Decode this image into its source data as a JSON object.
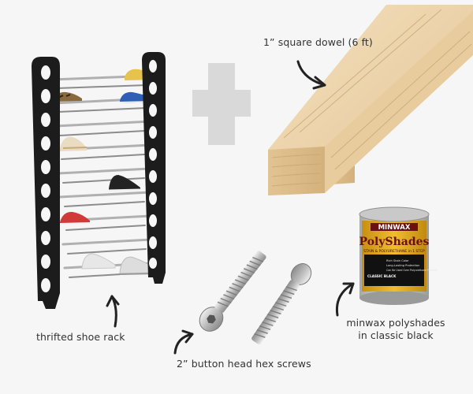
{
  "labels": {
    "dowel": "1” square dowel (6 ft)",
    "rack": "thrifted shoe rack",
    "screws": "2” button head hex screws",
    "paint_line1": "minwax polyshades",
    "paint_line2": "in classic black"
  },
  "paint_can": {
    "brand": "MINWAX",
    "product": "PolyShades",
    "tagline": "STAIN & POLYURETHANE in 1 STEP",
    "bullets": [
      "Rich Stain Color",
      "Long-Lasting Protection",
      "Can Be Used Over Polyurethane Finishes"
    ],
    "color_name": "CLASSIC BLACK"
  },
  "icons": {
    "plus": "plus-icon",
    "arrows": "curved-arrow-icon"
  },
  "colors": {
    "background": "#f6f6f6",
    "plus": "#d9d9d9",
    "rack_frame": "#1c1c1c",
    "rod": "#b5b5b5",
    "wood": "#e9cfa6",
    "can_label": "#d9a21b"
  }
}
